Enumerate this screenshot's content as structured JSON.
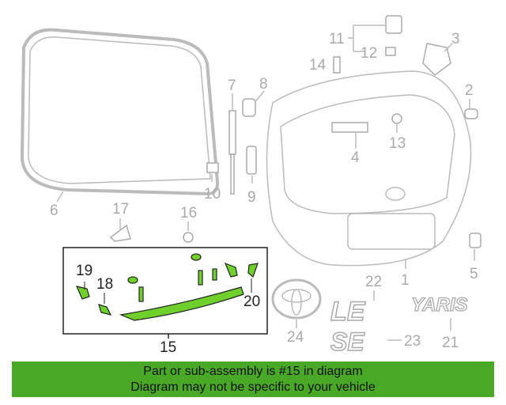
{
  "callouts": {
    "c1": "1",
    "c2": "2",
    "c3": "3",
    "c4": "4",
    "c5": "5",
    "c6": "6",
    "c7": "7",
    "c8": "8",
    "c9": "9",
    "c10": "10",
    "c11": "11",
    "c12": "12",
    "c13": "13",
    "c14": "14",
    "c15": "15",
    "c16": "16",
    "c17": "17",
    "c18": "18",
    "c19": "19",
    "c20": "20",
    "c21": "21",
    "c22": "22",
    "c23": "23",
    "c24": "24"
  },
  "badges": {
    "le": "LE",
    "se": "SE",
    "yaris": "YARIS"
  },
  "banner": {
    "line1": "Part or sub-assembly is #15 in diagram",
    "line2": "Diagram may not be specific to your vehicle"
  },
  "colors": {
    "highlight": "#6fd02c",
    "banner": "#4aa827"
  }
}
